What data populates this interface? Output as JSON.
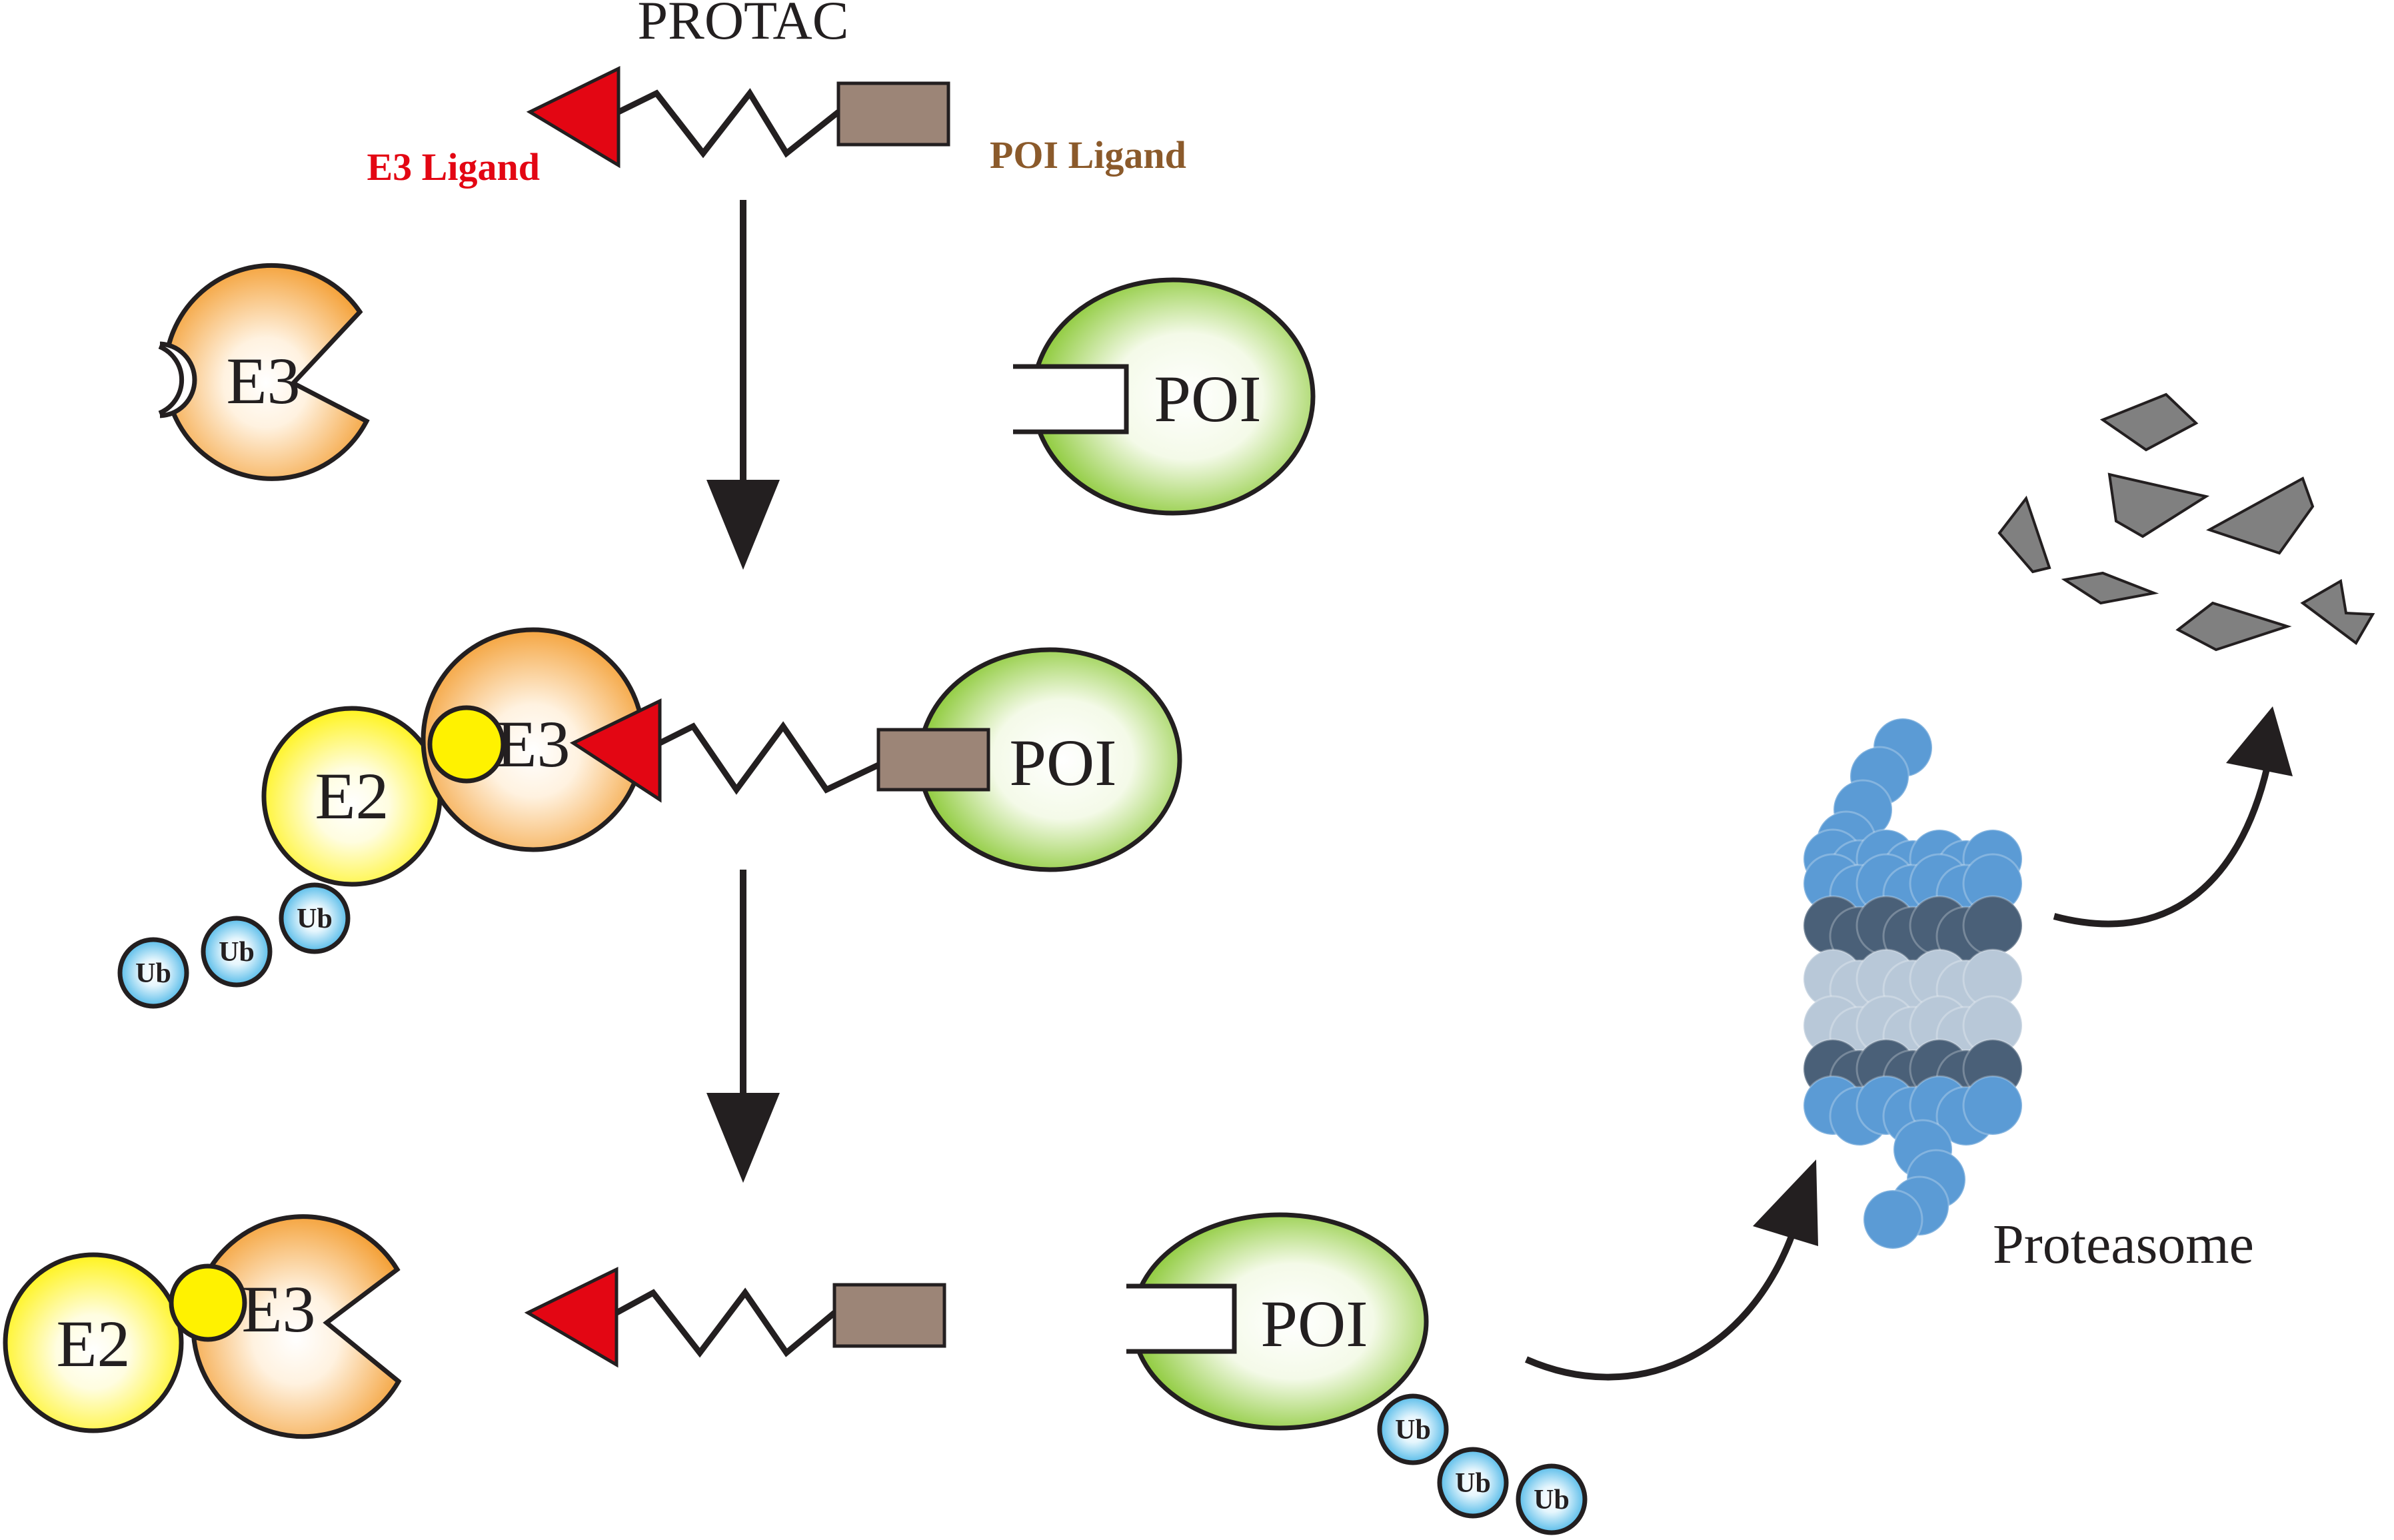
{
  "title": "PROTAC",
  "labels": {
    "e3_ligand": "E3 Ligand",
    "poi_ligand": "POI Ligand",
    "e3": "E3",
    "e2": "E2",
    "poi": "POI",
    "ub": "Ub",
    "proteasome": "Proteasome"
  },
  "colors": {
    "e3_ligand": "#e30613",
    "poi_ligand": "#9c8577",
    "poi_ligand_text": "#8b5a2b",
    "e3_fill": "#f39a2a",
    "e2_fill": "#fff200",
    "poi_fill": "#7cc21d",
    "ub_fill": "#3fb2e6",
    "proteasome_light": "#5b9bd5",
    "proteasome_dark": "#4a6078",
    "proteasome_pale": "#b8c8d8",
    "fragment": "#808080"
  }
}
